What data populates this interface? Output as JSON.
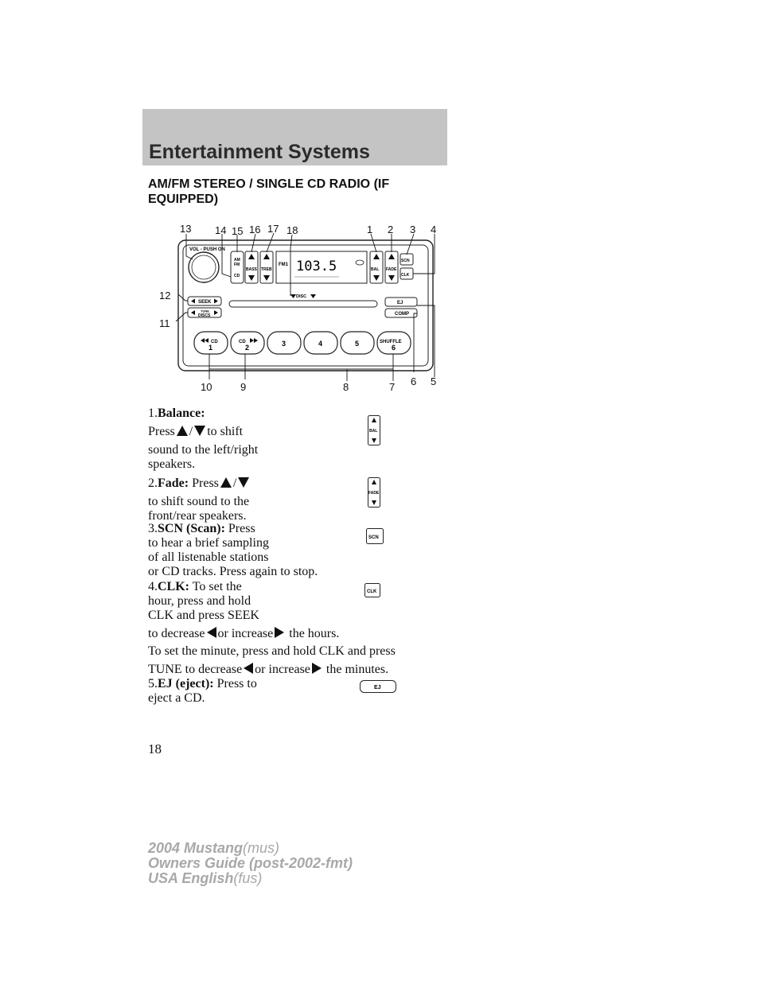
{
  "header": {
    "title": "Entertainment Systems"
  },
  "section_title": "AM/FM STEREO / SINGLE CD RADIO (IF EQUIPPED)",
  "figure": {
    "callouts": [
      "1",
      "2",
      "3",
      "4",
      "5",
      "6",
      "7",
      "8",
      "9",
      "10",
      "11",
      "12",
      "13",
      "14",
      "15",
      "16",
      "17",
      "18"
    ],
    "labels": {
      "vol": "VOL - PUSH ON",
      "am_fm": [
        "AM",
        "FM"
      ],
      "cd": "CD",
      "bass": "BASS",
      "treb": "TREB",
      "band": "FM1",
      "frequency": "103.5",
      "bal": "BAL",
      "fade": "FADE",
      "scn": "SCN",
      "clk": "CLK",
      "disc": "DISC",
      "seek": "SEEK",
      "tune": "TUNE",
      "discs": "DISCS",
      "ej": "EJ",
      "comp": "COMP",
      "presets": [
        "1",
        "2",
        "3",
        "4",
        "5",
        "6"
      ],
      "preset1_top": "CD",
      "preset2_top": "CD",
      "preset6_top": "SHUFFLE"
    }
  },
  "items": [
    {
      "num": "1.",
      "title": "Balance:",
      "line1_pre": "Press",
      "line1_mid": "/",
      "line1_post": "to shift",
      "rest": [
        "sound to the left/right",
        "speakers."
      ],
      "icon_label": "BAL"
    },
    {
      "num": "2.",
      "title": "Fade:",
      "line1_pre": "Press",
      "line1_mid": "/",
      "rest": [
        "to shift sound to the",
        "front/rear speakers."
      ],
      "icon_label": "FADE"
    },
    {
      "num": "3.",
      "title": "SCN (Scan):",
      "line1_post": "Press",
      "rest": [
        "to hear a brief sampling",
        "of all listenable stations",
        "or CD tracks. Press again to stop."
      ],
      "icon_label": "SCN"
    },
    {
      "num": "4.",
      "title": "CLK:",
      "line1_post": "To set the",
      "rest": [
        "hour, press and hold",
        "CLK and press SEEK"
      ],
      "last_pre": "to decrease",
      "last_mid": "or increase",
      "last_post": "the hours.",
      "icon_label": "CLK"
    },
    {
      "num": "5.",
      "title": "EJ (eject):",
      "line1_post": "Press to",
      "rest": [
        "eject a CD."
      ],
      "icon_label": "EJ"
    }
  ],
  "minute_para": {
    "line1": "To set the minute, press and hold CLK and press",
    "pre": "TUNE to decrease",
    "mid": "or increase",
    "post": "the minutes."
  },
  "page_number": "18",
  "footer": [
    {
      "bold": "2004 Mustang",
      "italic": "(mus)"
    },
    {
      "bold": "Owners Guide (post-2002-fmt)",
      "italic": ""
    },
    {
      "bold": "USA English",
      "italic": "(fus)"
    }
  ]
}
